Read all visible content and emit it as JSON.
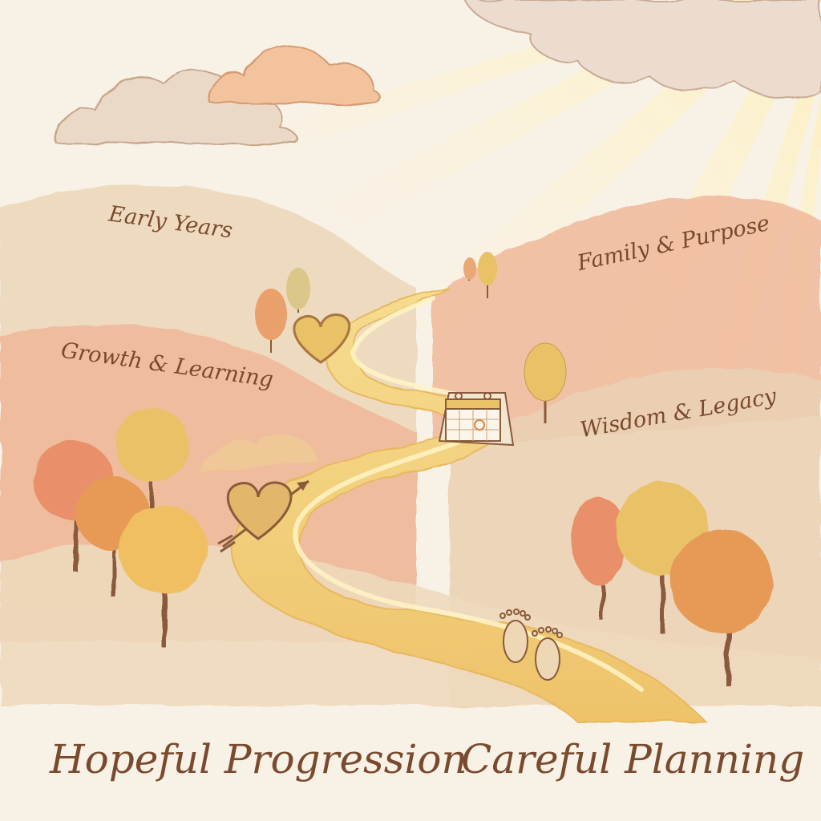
{
  "illustration": {
    "hill_labels": {
      "early_years": "Early Years",
      "growth_learning": "Growth & Learning",
      "family_purpose": "Family & Purpose",
      "wisdom_legacy": "Wisdom & Legacy"
    },
    "captions": {
      "left": "Hopeful Progression",
      "right": "Careful Planning"
    },
    "icons": [
      "heart-icon",
      "calendar-icon",
      "heart-arrow-icon",
      "footprints-icon",
      "sun-rays",
      "clouds",
      "autumn-trees"
    ]
  },
  "colors": {
    "paper": "#f8f1e6",
    "text": "#7a4a2e",
    "path": "#f2d27c",
    "path_highlight": "#fff3c4",
    "hill_peach": "#f0b999",
    "hill_sand": "#ecd8ba",
    "tree_orange": "#e79a55",
    "tree_gold": "#e9c166",
    "trunk": "#8a5a3c"
  }
}
